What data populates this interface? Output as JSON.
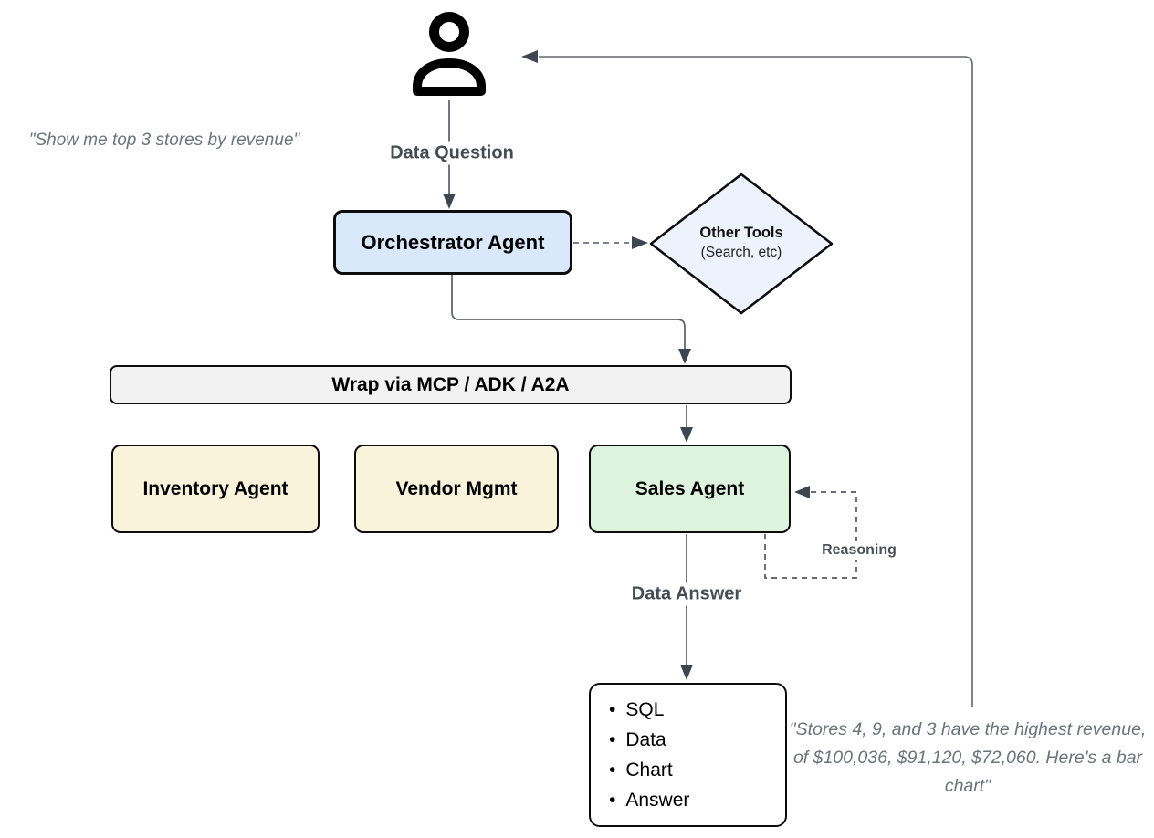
{
  "colors": {
    "line": "#63666d",
    "dashed_line": "#6b6f76",
    "reasoning_line": "#55585e",
    "arrowhead": "#3d4752",
    "border": "#0d0d0d",
    "orchestrator_fill": "#dae8fc",
    "other_tools_fill": "#edf3fd",
    "wrap_fill": "#f2f2f2",
    "inventory_fill": "#faf3dc",
    "vendor_fill": "#faf3dc",
    "sales_fill": "#ddf3de",
    "output_fill": "#ffffff"
  },
  "icons": {
    "user": "person-icon"
  },
  "quotes": {
    "user_question": "\"Show me top 3 stores by revenue\"",
    "agent_answer": "\"Stores 4, 9, and 3 have the highest revenue, of $100,036, $91,120, $72,060. Here's a bar chart\""
  },
  "labels": {
    "data_question": "Data Question",
    "data_answer": "Data Answer",
    "reasoning": "Reasoning"
  },
  "nodes": {
    "orchestrator": {
      "label": "Orchestrator Agent"
    },
    "other_tools": {
      "title": "Other Tools",
      "subtitle": "(Search, etc)"
    },
    "wrap_bar": {
      "label": "Wrap via MCP / ADK / A2A"
    },
    "inventory": {
      "label": "Inventory Agent"
    },
    "vendor": {
      "label": "Vendor Mgmt"
    },
    "sales": {
      "label": "Sales Agent"
    },
    "output": {
      "items": [
        "SQL",
        "Data",
        "Chart",
        "Answer"
      ]
    }
  }
}
